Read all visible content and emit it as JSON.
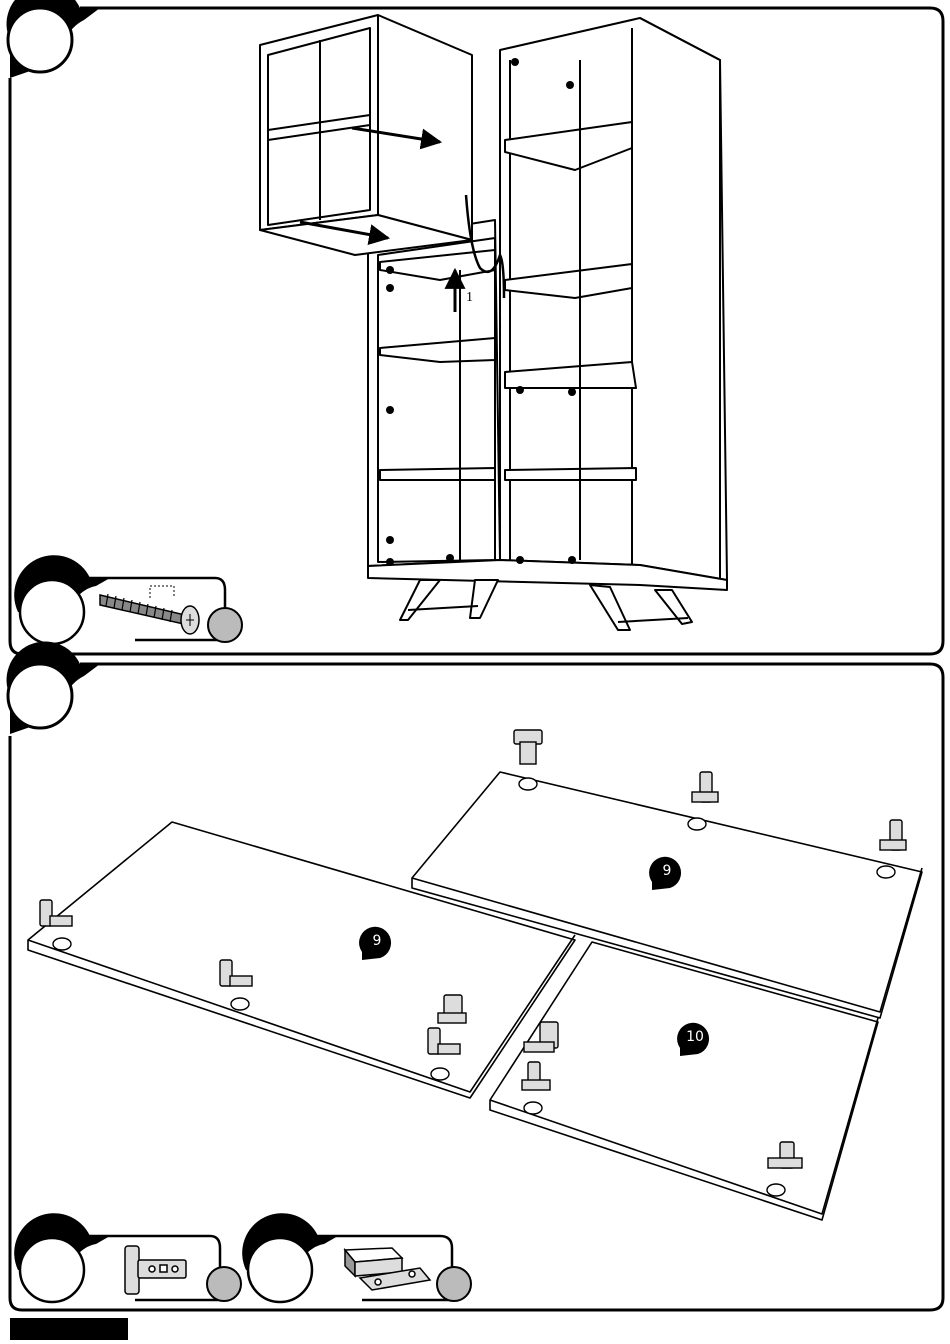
{
  "page": {
    "footer_bar_color": "#000000"
  },
  "step1": {
    "step_number": "",
    "arrow_label": "1",
    "part_icon": "screw-icon",
    "part_count_badge": "",
    "part_id_badge": ""
  },
  "step2": {
    "step_number": "",
    "panel_labels": [
      "9",
      "9",
      "10"
    ],
    "parts": [
      {
        "icon": "hinge-icon",
        "count": "",
        "id": ""
      },
      {
        "icon": "hinge-plate-icon",
        "count": "",
        "id": ""
      }
    ]
  }
}
